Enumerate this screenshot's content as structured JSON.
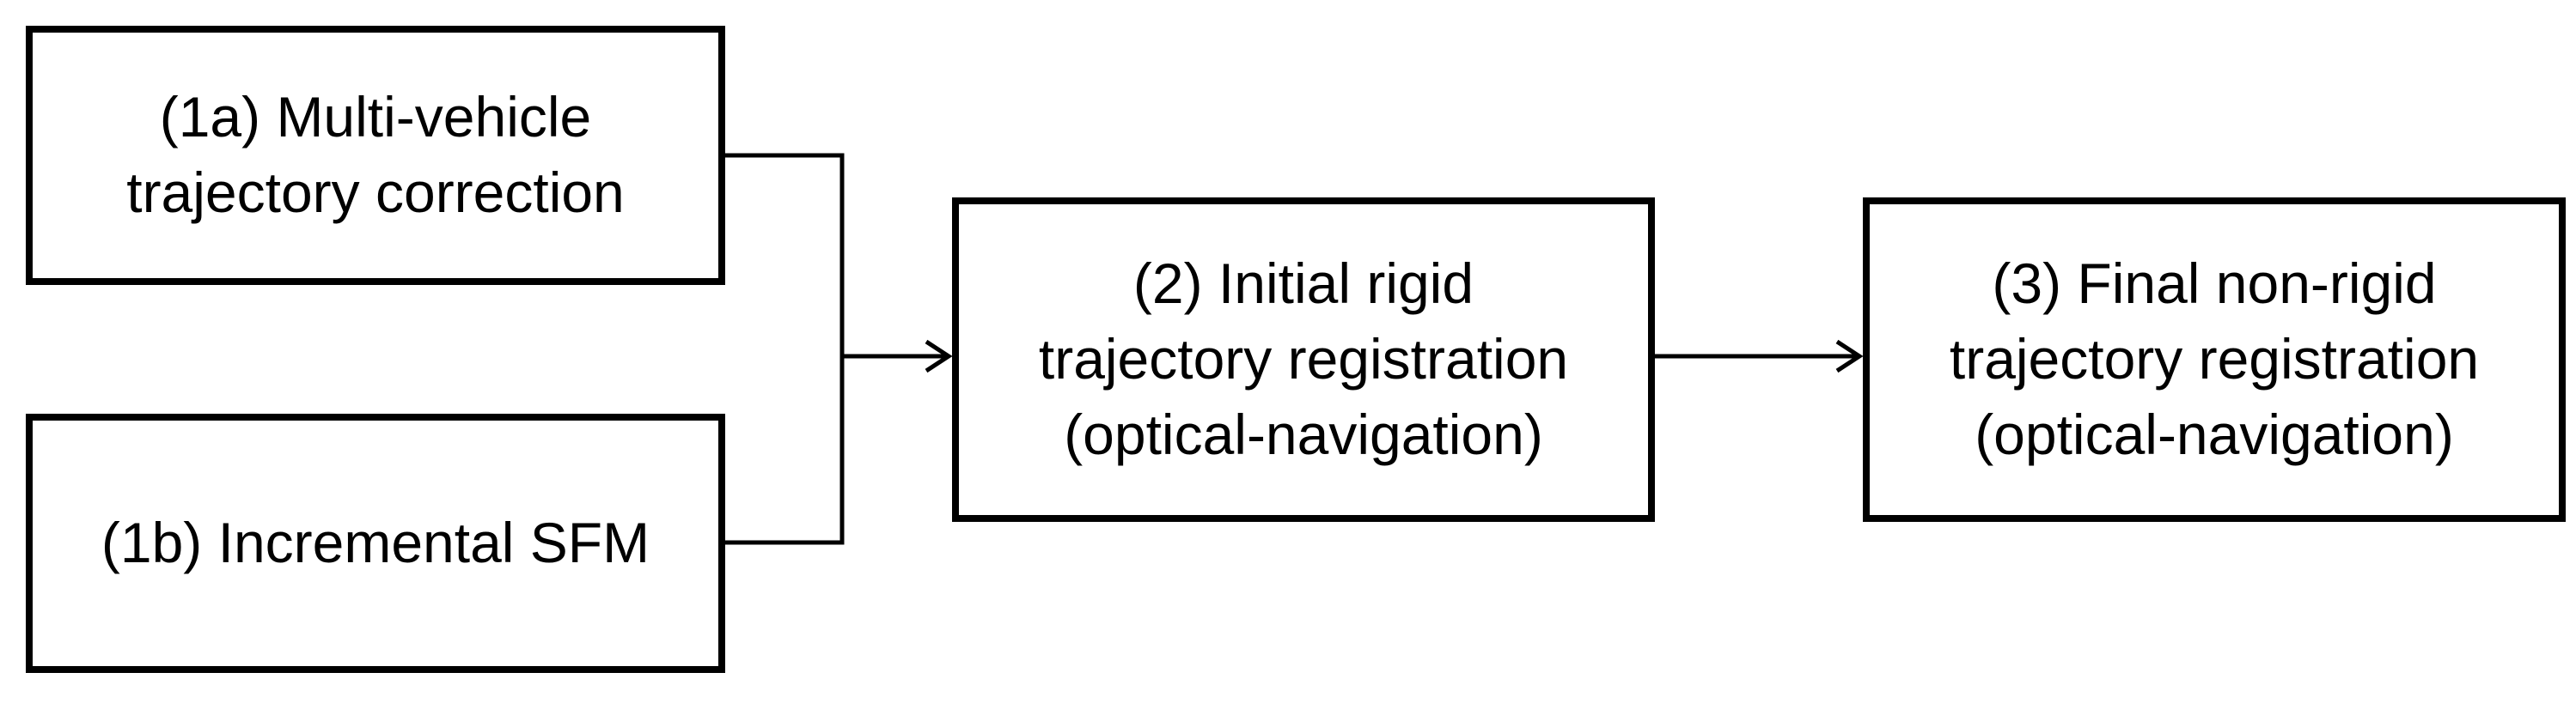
{
  "colors": {
    "stroke": "#000000",
    "background": "#ffffff",
    "text": "#000000"
  },
  "boxes": {
    "step_1a": {
      "lines": [
        "(1a) Multi-vehicle",
        "trajectory correction"
      ]
    },
    "step_1b": {
      "lines": [
        "(1b) Incremental SFM"
      ]
    },
    "step_2": {
      "lines": [
        "(2) Initial rigid",
        "trajectory registration",
        "(optical-navigation)"
      ]
    },
    "step_3": {
      "lines": [
        "(3) Final non-rigid",
        "trajectory registration",
        "(optical-navigation)"
      ]
    }
  },
  "edges": [
    {
      "from": "step_1a",
      "to": "step_2"
    },
    {
      "from": "step_1b",
      "to": "step_2"
    },
    {
      "from": "step_2",
      "to": "step_3"
    }
  ]
}
